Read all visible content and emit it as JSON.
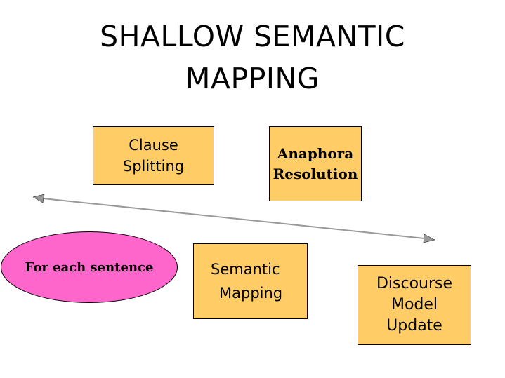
{
  "title": {
    "line1": "SHALLOW SEMANTIC",
    "line2": "MAPPING"
  },
  "boxes": {
    "clause_splitting": {
      "line1": "Clause",
      "line2": "Splitting"
    },
    "anaphora_resolution": {
      "line1": "Anaphora",
      "line2": "Resolution"
    },
    "semantic_mapping": {
      "line1": "Semantic",
      "line2": "Mapping"
    },
    "discourse_model_update": {
      "line1": "Discourse",
      "line2": "Model",
      "line3": "Update"
    }
  },
  "ellipse": {
    "label": "For each sentence"
  },
  "colors": {
    "box_fill": "#ffcc66",
    "ellipse_fill": "#ff66cc",
    "arrow": "#999999"
  }
}
